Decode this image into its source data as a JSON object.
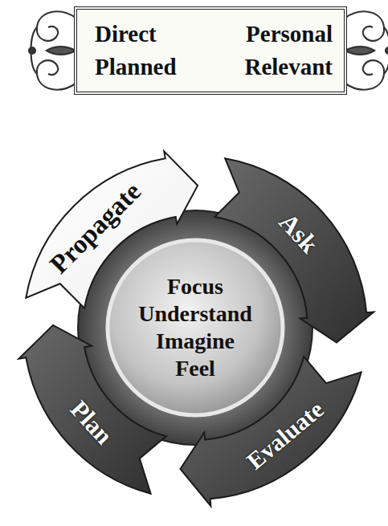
{
  "diagram": {
    "nodes": [
      {
        "text": [
          "Direct",
          "Personal",
          "Planned",
          "Relevant"
        ]
      },
      {
        "text": [
          "Propagate"
        ]
      },
      {
        "text": [
          "Ask"
        ]
      },
      {
        "text": [
          "Evaluate"
        ]
      },
      {
        "text": [
          "Plan"
        ]
      },
      {
        "text": [
          "Focus",
          "Understand",
          "Imagine",
          "Feel"
        ]
      }
    ]
  }
}
